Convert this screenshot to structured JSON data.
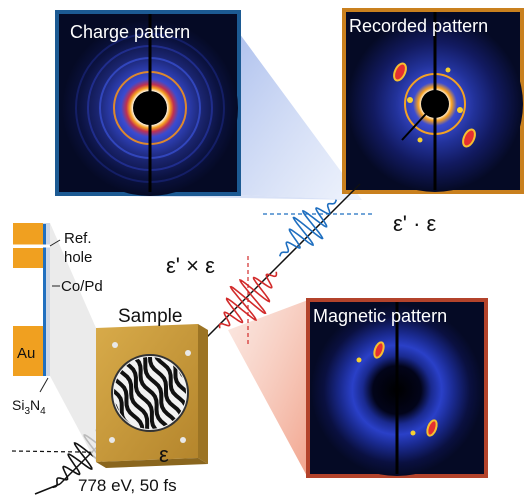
{
  "panels": {
    "charge": {
      "title": "Charge pattern"
    },
    "recorded": {
      "title": "Recorded pattern"
    },
    "magnetic": {
      "title": "Magnetic pattern"
    }
  },
  "labels": {
    "sample": "Sample",
    "ref_hole": [
      "Ref.",
      "hole"
    ],
    "copd": "Co/Pd",
    "au": "Au",
    "si3n4": {
      "base": "Si",
      "sub1": "3",
      "mid": "N",
      "sub2": "4"
    },
    "cross": "ε' × ε",
    "dot": "ε' · ε",
    "epsilon": "ε",
    "beam": "778 eV, 50 fs"
  },
  "colors": {
    "charge_frame": "#1c5a93",
    "recorded_frame": "#c9801e",
    "magnetic_frame": "#b3432b",
    "au_orange": "#f0a020",
    "sample_gold": "#c89a3a",
    "wave_blue": "#1f6fc0",
    "wave_red": "#d22b2b",
    "projection_blue": "#b9c9ee",
    "projection_red": "#f6c6b8"
  }
}
